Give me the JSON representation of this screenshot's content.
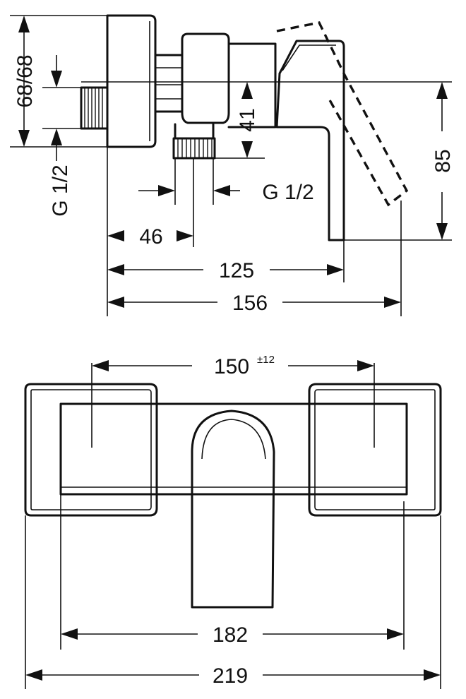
{
  "side_view": {
    "dims": {
      "d68": "68/68",
      "gleft": "G 1/2",
      "d41": "41",
      "gright": "G 1/2",
      "d46": "46",
      "d125": "125",
      "d156": "156",
      "d85": "85"
    }
  },
  "front_view": {
    "dims": {
      "d150": "150",
      "tol": "±12",
      "d182": "182",
      "d219": "219"
    }
  }
}
